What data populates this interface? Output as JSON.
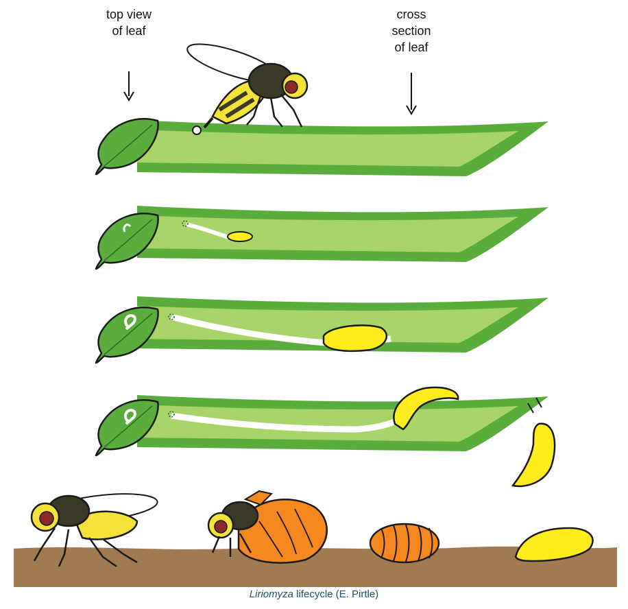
{
  "labels": {
    "top_view": [
      "top view",
      "of leaf"
    ],
    "cross_section": [
      "cross",
      "section",
      "of leaf"
    ]
  },
  "caption": {
    "genus": "Liriomyza",
    "rest": " lifecycle (E. Pirtle)"
  },
  "colors": {
    "leaf_dark": "#5aad3c",
    "leaf_light": "#a8d46a",
    "outline": "#1a1a1a",
    "larva_yellow": "#ffec1c",
    "pupa_orange": "#f5891f",
    "soil": "#a07a52",
    "fly_yellow": "#f2e23a",
    "fly_dark": "#3a3a26",
    "fly_eye": "#8c2a2a",
    "caption": "#1f4f6b"
  }
}
